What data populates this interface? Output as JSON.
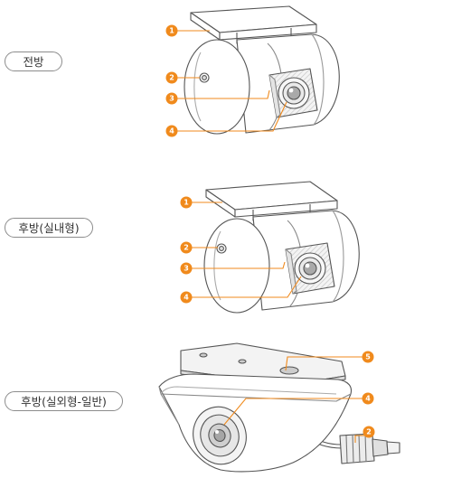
{
  "labels": {
    "front": "전방",
    "rear_indoor": "후방(실내형)",
    "rear_outdoor": "후방(실외형-일반)"
  },
  "callouts": {
    "c1": "1",
    "c2": "2",
    "c3": "3",
    "c4": "4",
    "c5": "5"
  },
  "colors": {
    "accent": "#f08a1c",
    "line": "#5a5a5a",
    "pill_border": "#8c8c8c"
  }
}
